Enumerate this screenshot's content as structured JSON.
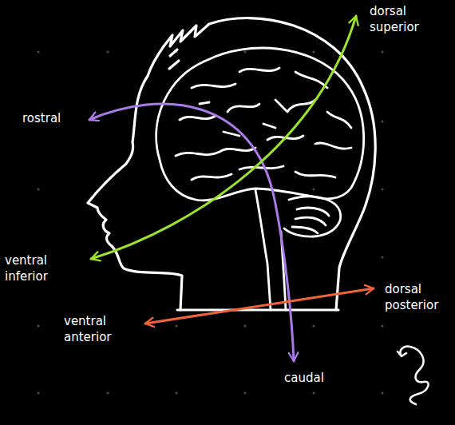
{
  "diagram": {
    "labels": [
      "dorsal superior",
      "rostral",
      "ventral inferior",
      "ventral anterior",
      "dorsal posterior",
      "caudal"
    ]
  }
}
